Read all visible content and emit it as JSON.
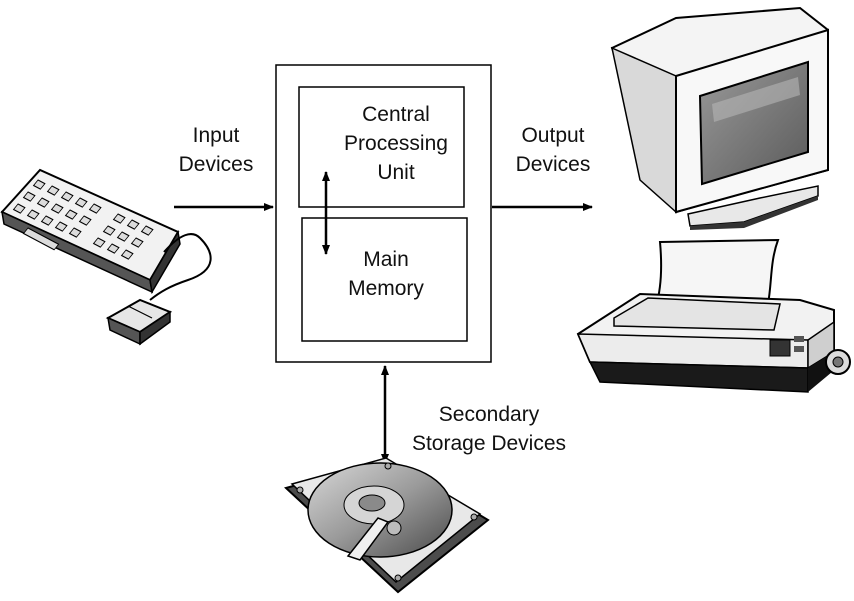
{
  "labels": {
    "input": [
      "Input",
      "Devices"
    ],
    "output": [
      "Output",
      "Devices"
    ],
    "cpu": [
      "Central",
      "Processing",
      "Unit"
    ],
    "memory": [
      "Main",
      "Memory"
    ],
    "secondary": [
      "Secondary",
      "Storage Devices"
    ]
  }
}
